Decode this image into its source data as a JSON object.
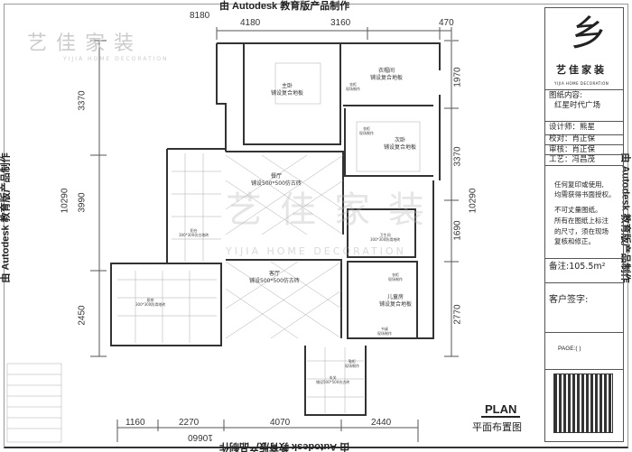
{
  "watermark": {
    "autodesk": "由 Autodesk 教育版产品制作",
    "brand_cn": "艺佳家装",
    "brand_en": "YIJIA HOME DECORATION"
  },
  "dimensions": {
    "top": {
      "total": "8180",
      "segments": [
        "4180",
        "3160",
        "470"
      ]
    },
    "bottom": {
      "total": "10660",
      "segments": [
        "1160",
        "2270",
        "4070",
        "2440"
      ]
    },
    "left": {
      "total": "10290",
      "segments": [
        "3370",
        "3990",
        "2450"
      ]
    },
    "right": {
      "total": "10290",
      "segments": [
        "1970",
        "3370",
        "1690",
        "2770"
      ]
    }
  },
  "rooms": {
    "master": {
      "name": "主卧",
      "floor": "铺设复合地板"
    },
    "closet": {
      "name": "衣帽间",
      "floor": "铺设复合地板"
    },
    "second": {
      "name": "次卧",
      "floor": "铺设复合地板"
    },
    "dining": {
      "name": "餐厅",
      "floor": "铺设500*500仿古砖"
    },
    "balcony": {
      "name": "阳台",
      "floor": "300*300仿古地砖"
    },
    "living": {
      "name": "客厅",
      "floor": "铺设500*500仿古砖"
    },
    "kitchen": {
      "name": "厨房",
      "floor": "300*300防滑地砖"
    },
    "bath": {
      "name": "卫生间",
      "floor": "300*300防滑地砖"
    },
    "kids": {
      "name": "儿童房",
      "floor": "铺设复合地板"
    },
    "entry": {
      "name": "玄关",
      "floor": "铺设500*500仿古砖"
    }
  },
  "notes": {
    "wardrobe1": [
      "衣柜",
      "现场制作"
    ],
    "wardrobe2": [
      "衣柜",
      "现场制作"
    ],
    "wardrobe3": [
      "衣柜",
      "现场制作"
    ],
    "desk": [
      "书桌",
      "现场制作"
    ],
    "shoe": [
      "鞋柜",
      "现场制作"
    ]
  },
  "plan_title": {
    "en": "PLAN",
    "cn": "平面布置图"
  },
  "title_block": {
    "brand_cn": "艺佳家装",
    "brand_en": "YIJIA HOME DECORATION",
    "content_label": "图纸内容:",
    "content_value": "红星时代广场",
    "designer": "设计师：熊星",
    "checker": "校对：肖正保",
    "reviewer": "审核：肖正保",
    "craft": "工艺：冯昌茂",
    "notice": [
      "任何复印或使用,",
      "均需获得书面授权。",
      "不可丈量图纸。",
      "所有在图纸上标注",
      "的尺寸，须在现场",
      "复核和修正。"
    ],
    "remark": "备注:105.5m²",
    "signature": "客户签字:",
    "page": "PAGE:(   )"
  }
}
